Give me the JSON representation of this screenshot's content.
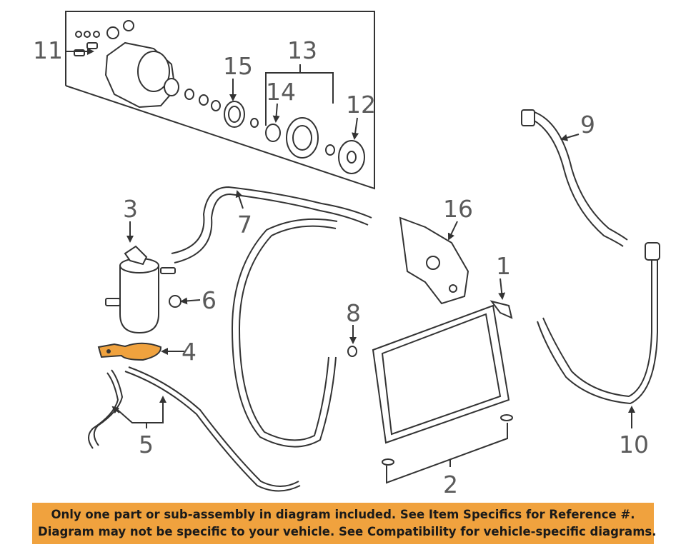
{
  "callouts": {
    "c1": "1",
    "c2": "2",
    "c3": "3",
    "c4": "4",
    "c5": "5",
    "c6": "6",
    "c7": "7",
    "c8": "8",
    "c9": "9",
    "c10": "10",
    "c11": "11",
    "c12": "12",
    "c13": "13",
    "c14": "14",
    "c15": "15",
    "c16": "16"
  },
  "highlighted_part": "4",
  "colors": {
    "highlight_fill": "#f0a23e",
    "line": "#333333",
    "footer_bg": "#f0a23e"
  },
  "footer": {
    "line1": "Only one part or sub-assembly in diagram included. See Item Specifics for Reference #.",
    "line2": "Diagram may not be specific to your vehicle. See Compatibility for vehicle-specific diagrams."
  }
}
